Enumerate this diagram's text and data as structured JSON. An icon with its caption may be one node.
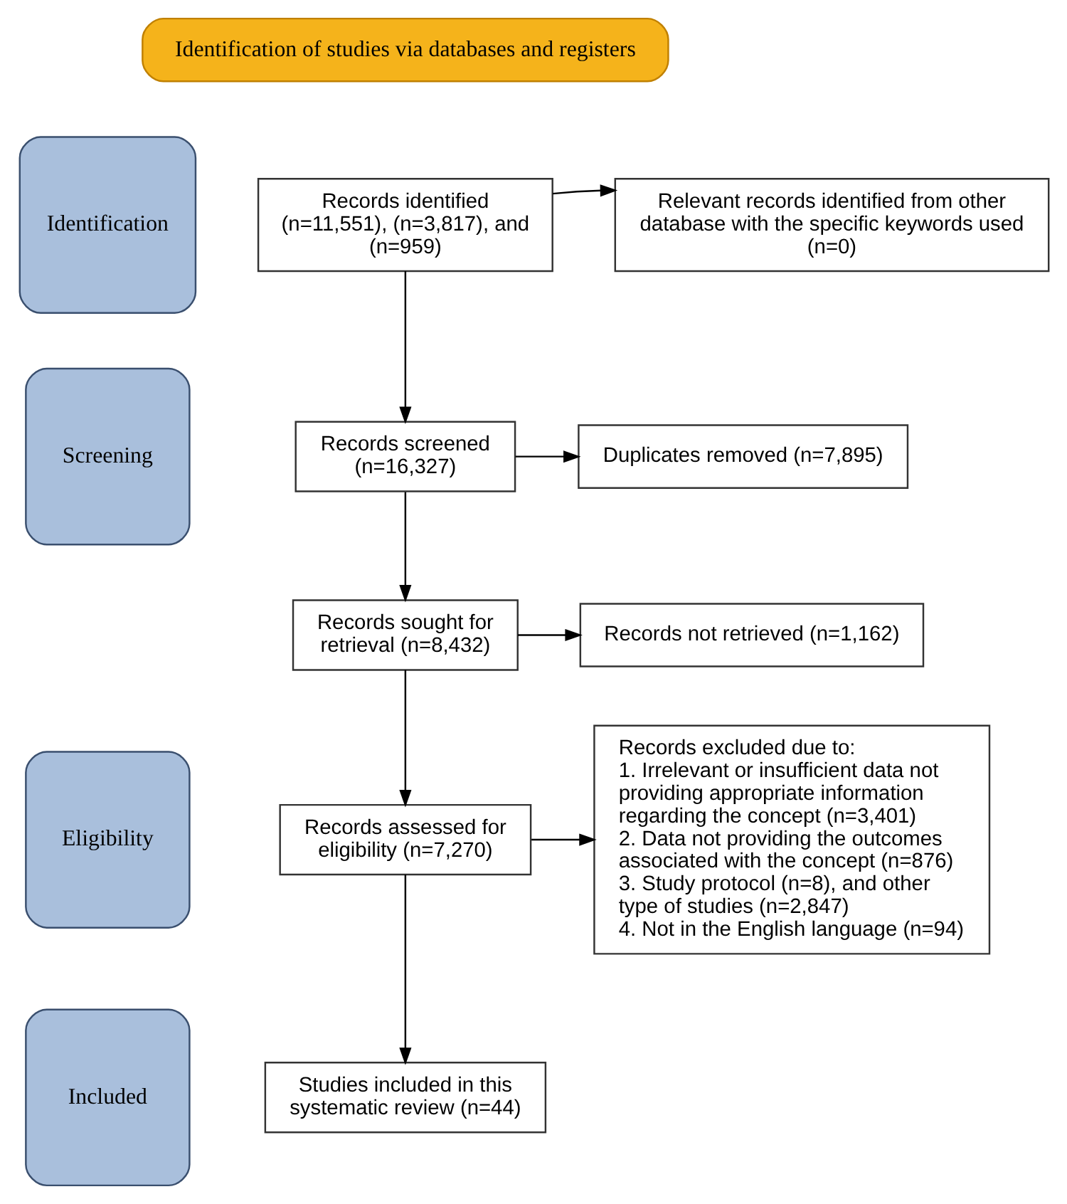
{
  "diagram": {
    "nodes": [
      {
        "text": [
          "Identification of studies via databases and registers"
        ]
      },
      {
        "text": [
          "Identification"
        ]
      },
      {
        "text": [
          "Screening"
        ]
      },
      {
        "text": [
          "Eligibility"
        ]
      },
      {
        "text": [
          "Included"
        ]
      },
      {
        "text": [
          "Records identified (n=11,551), (n=3,817), and (n=959)"
        ]
      },
      {
        "text": [
          "Relevant records identified from other database with the specific keywords used (n=0)"
        ]
      },
      {
        "text": [
          "Records screened (n=16,327)"
        ]
      },
      {
        "text": [
          "Duplicates removed (n=7,895)"
        ]
      },
      {
        "text": [
          "Records sought for retrieval (n=8,432)"
        ]
      },
      {
        "text": [
          "Records not retrieved (n=1,162)"
        ]
      },
      {
        "text": [
          "Records assessed for eligibility (n=7,270)"
        ]
      },
      {
        "text": [
          "Records excluded due to:",
          "1. Irrelevant or insufficient data not providing appropriate information regarding the concept (n=3,401)",
          "2. Data not providing the outcomes associated with the concept (n=876)",
          "3. Study protocol (n=8), and other type of studies (n=2,847)",
          "4. Not in the English language (n=94)"
        ]
      },
      {
        "text": [
          "Studies included in this systematic review (n=44)"
        ]
      }
    ],
    "edges": [
      {
        "from": 5,
        "to": 6,
        "arrow": "to"
      },
      {
        "from": 5,
        "to": 7,
        "arrow": "to"
      },
      {
        "from": 7,
        "to": 8,
        "arrow": "to"
      },
      {
        "from": 7,
        "to": 9,
        "arrow": "to"
      },
      {
        "from": 9,
        "to": 10,
        "arrow": "to"
      },
      {
        "from": 9,
        "to": 11,
        "arrow": "to"
      },
      {
        "from": 11,
        "to": 12,
        "arrow": "to"
      },
      {
        "from": 11,
        "to": 13,
        "arrow": "to"
      }
    ]
  }
}
